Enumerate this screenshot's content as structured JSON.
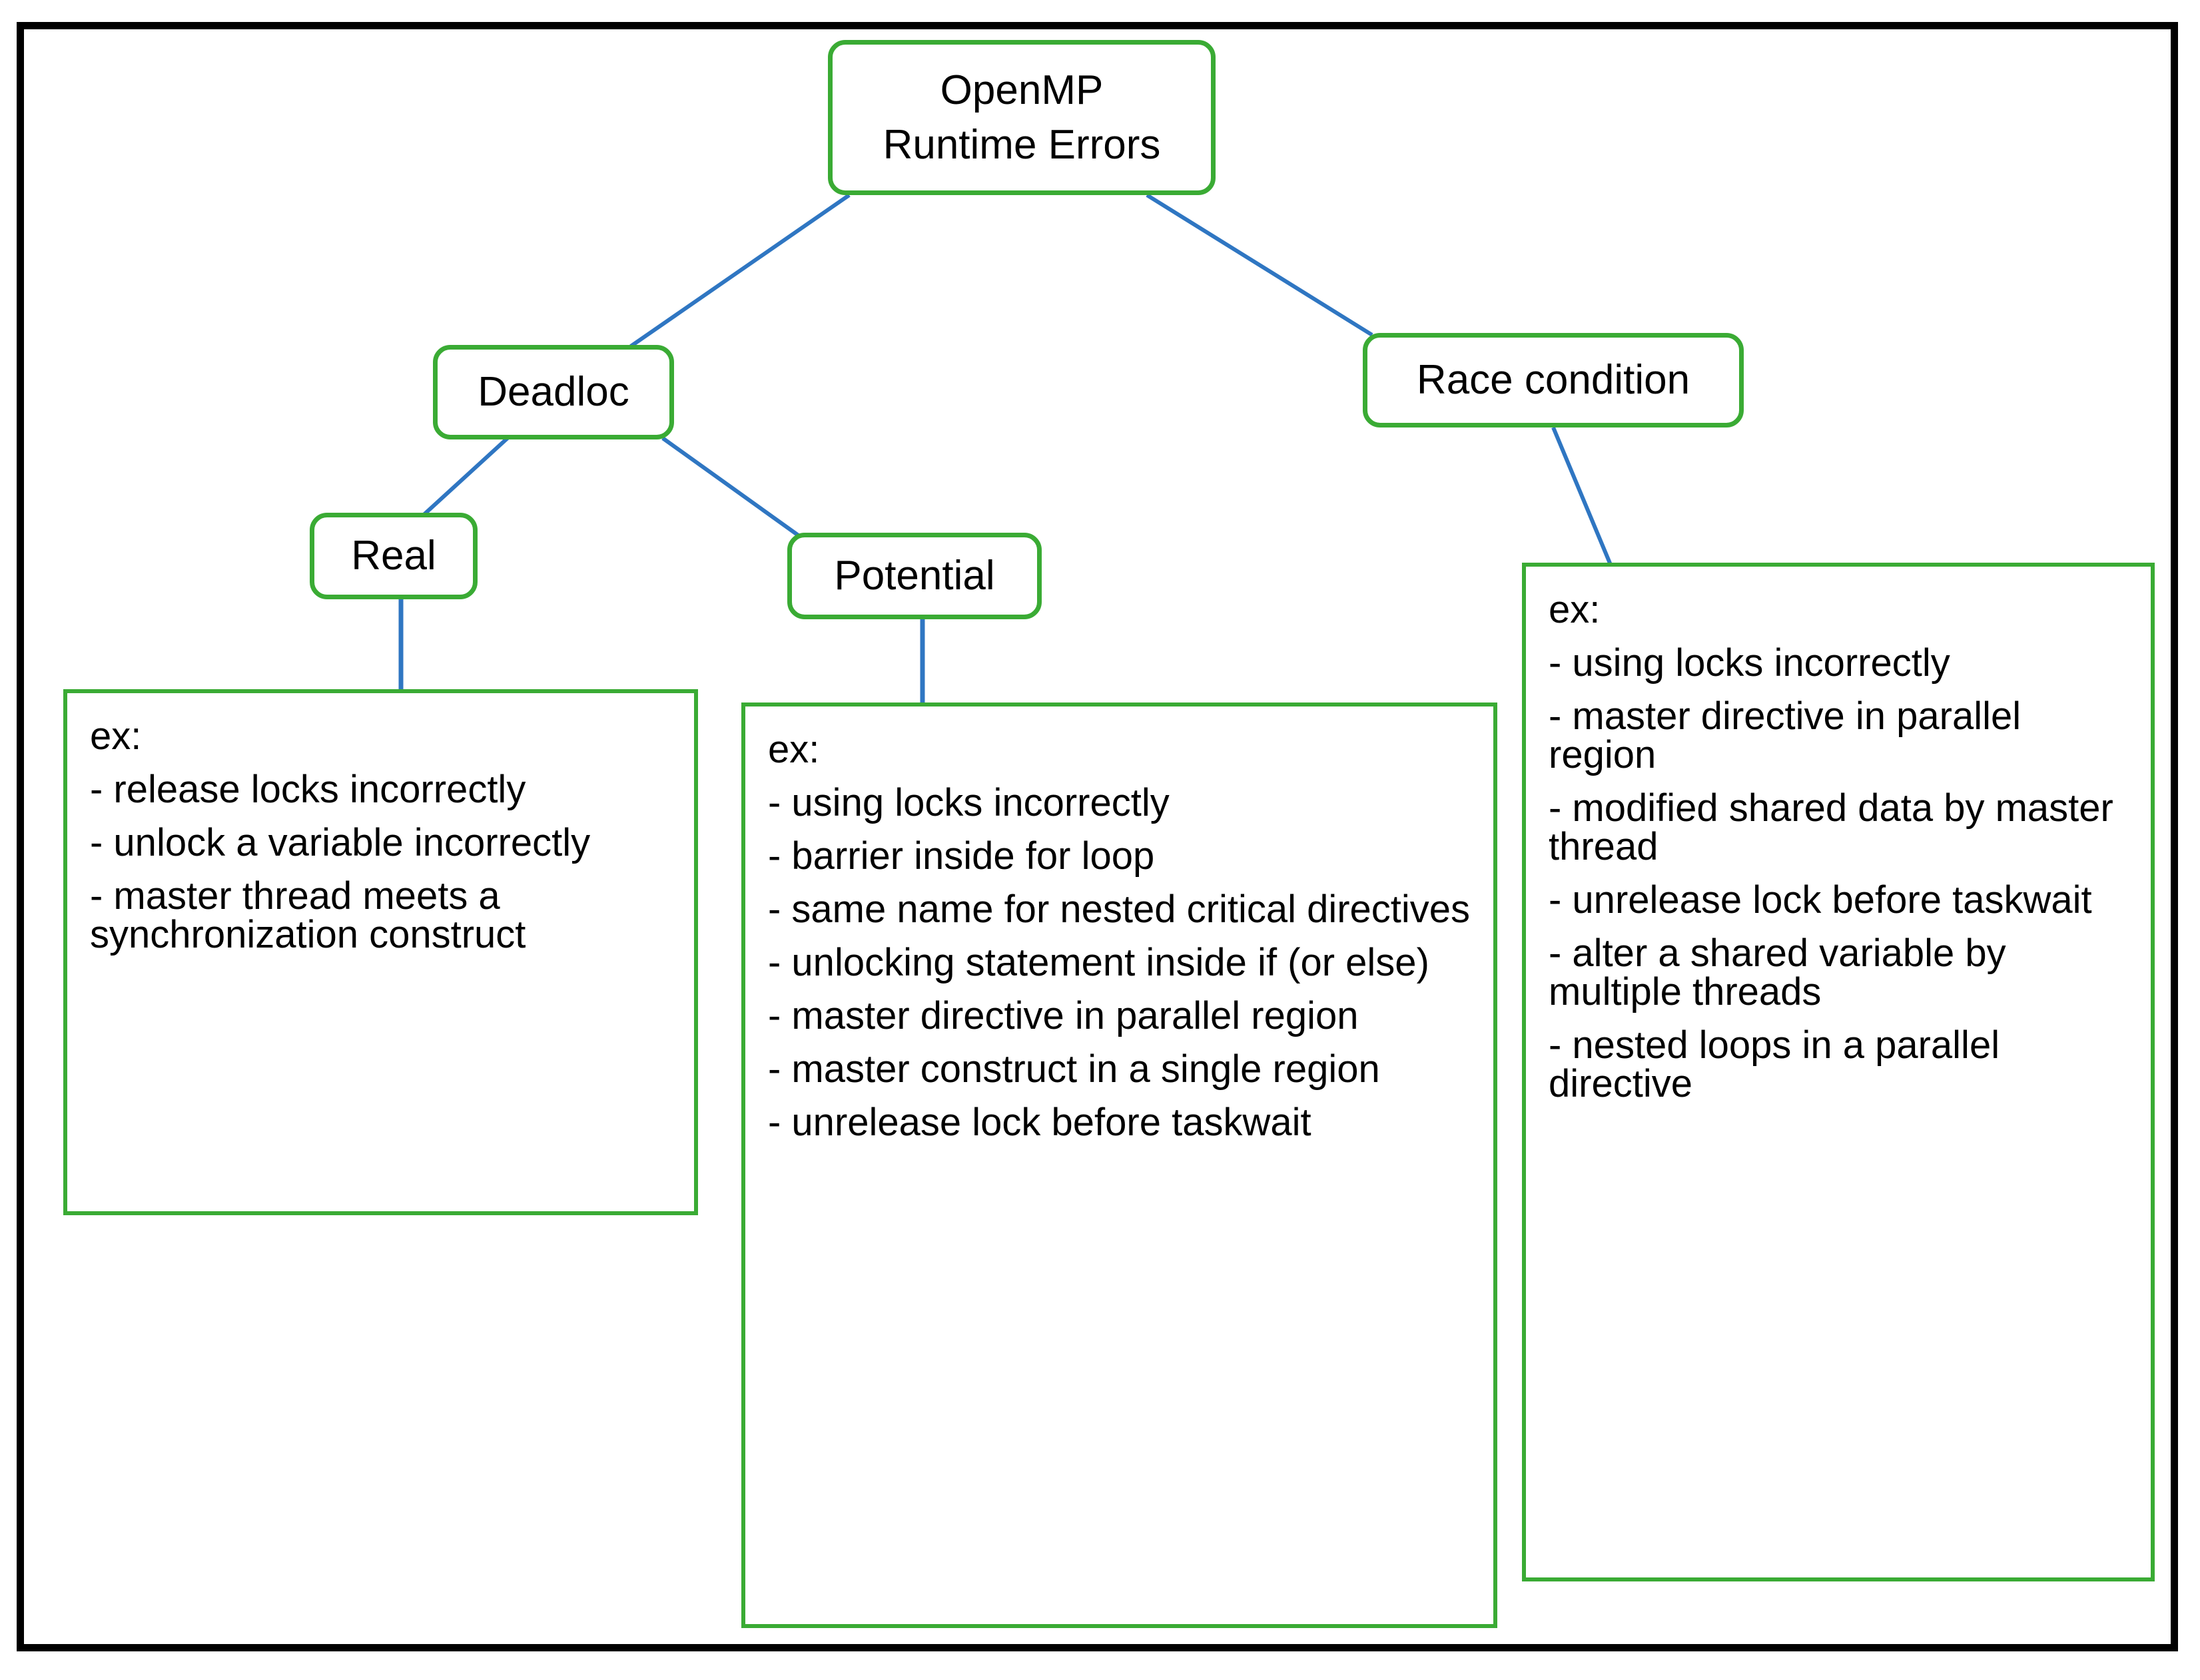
{
  "diagram": {
    "title_node": "OpenMP\nRuntime Errors",
    "root": {
      "line1": "OpenMP",
      "line2": "Runtime Errors"
    },
    "nodes": {
      "deadlock": "Deadloc",
      "race_condition": "Race condition",
      "real": "Real",
      "potential": "Potential"
    },
    "examples": {
      "real": {
        "heading": "ex:",
        "items": [
          "- release locks incorrectly",
          "- unlock a variable incorrectly",
          "- master thread meets a synchronization construct"
        ]
      },
      "potential": {
        "heading": "ex:",
        "items": [
          "- using locks incorrectly",
          "- barrier inside for loop",
          "- same name for nested critical directives",
          "- unlocking statement inside if (or else)",
          "- master directive in parallel region",
          "- master construct in a single region",
          "- unrelease lock before taskwait"
        ]
      },
      "race_condition": {
        "heading": "ex:",
        "items": [
          "- using locks incorrectly",
          "- master directive in parallel region",
          "- modified shared data by master thread",
          "- unrelease lock before taskwait",
          "- alter a shared variable by multiple threads",
          "- nested loops in a parallel directive"
        ]
      }
    },
    "colors": {
      "node_border": "#3aab34",
      "connector": "#2f76c2",
      "frame": "#000000",
      "text": "#000000",
      "background": "#ffffff"
    }
  }
}
